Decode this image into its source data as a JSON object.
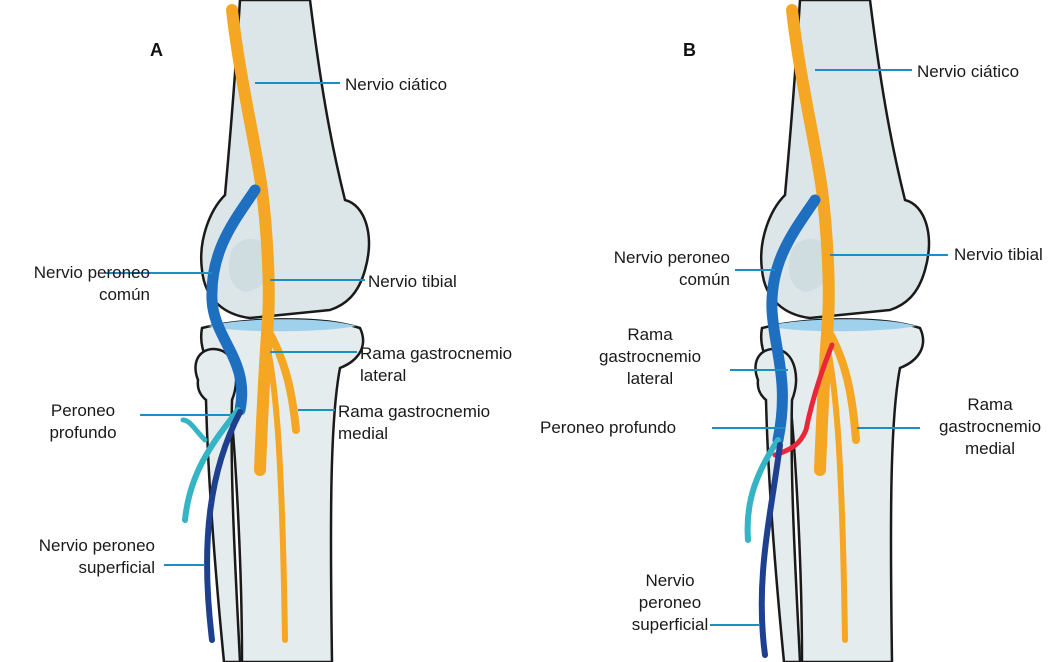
{
  "panels": {
    "a": {
      "letter": "A",
      "labels": {
        "ciatico": "Nervio ciático",
        "tibial": "Nervio tibial",
        "peroneo_comun": "Nervio peroneo\ncomún",
        "gastro_lateral": "Rama gastrocnemio\nlateral",
        "gastro_medial": "Rama gastrocnemio\nmedial",
        "peroneo_profundo": "Peroneo\nprofundo",
        "peroneo_superficial": "Nervio peroneo\nsuperficial"
      }
    },
    "b": {
      "letter": "B",
      "labels": {
        "ciatico": "Nervio ciático",
        "tibial": "Nervio tibial",
        "peroneo_comun": "Nervio peroneo\ncomún",
        "gastro_lateral": "Rama\ngastrocnemio\nlateral",
        "gastro_medial": "Rama\ngastrocnemio\nmedial",
        "peroneo_profundo": "Peroneo profundo",
        "peroneo_superficial": "Nervio\nperoneo\nsuperficial"
      }
    }
  },
  "colors": {
    "bone": "#dce6e8",
    "bone_outline": "#1a1a1a",
    "cartilage": "#9fd0ec",
    "sciatic_tibial": "#f5a623",
    "common_peroneal": "#1f6fc1",
    "deep_peroneal": "#34b4c4",
    "superficial_peroneal": "#1f3f8f",
    "gastrocnemius_lateral_b": "#e8283a",
    "leader_line": "#1a8fc4"
  }
}
